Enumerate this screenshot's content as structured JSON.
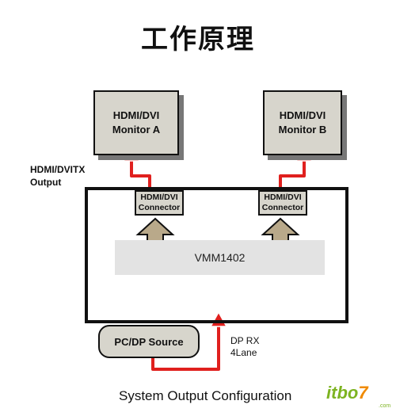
{
  "title": "工作原理",
  "monitors": [
    {
      "line1": "HDMI/DVI",
      "line2": "Monitor A"
    },
    {
      "line1": "HDMI/DVI",
      "line2": "Monitor B"
    }
  ],
  "output_label": {
    "line1": "HDMI/DVITX",
    "line2": "Output"
  },
  "connectors": [
    {
      "line1": "HDMI/DVI",
      "line2": "Connector"
    },
    {
      "line1": "HDMI/DVI",
      "line2": "Connector"
    }
  ],
  "chip_label": "VMM1402",
  "source_label": "PC/DP Source",
  "dp_label": {
    "line1": "DP RX",
    "line2": "4Lane"
  },
  "caption": "System Output Configuration",
  "watermark": {
    "main": "itbo",
    "accent": "7",
    "sub": ".com"
  },
  "colors": {
    "box_fill": "#d7d5cc",
    "arrow_red": "#e0201e",
    "arrow_tan": "#b9a98a",
    "chip_fill": "#e3e3e3"
  }
}
